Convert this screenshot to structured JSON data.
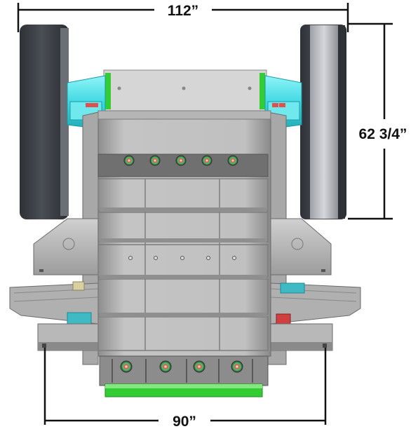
{
  "dimensions": {
    "top_width": "112”",
    "side_height": "62 3/4”",
    "bottom_width": "90”"
  },
  "colors": {
    "steel_light": "#c9c9c9",
    "steel_mid": "#9a9a9a",
    "steel_dark": "#5a5a5a",
    "flywheel_dark": "#3b3e44",
    "bearing_cyan": "#4fe0e8",
    "guard_green": "#33cc33",
    "bolt_marker": "#e05050",
    "dimension_line": "#111111"
  }
}
